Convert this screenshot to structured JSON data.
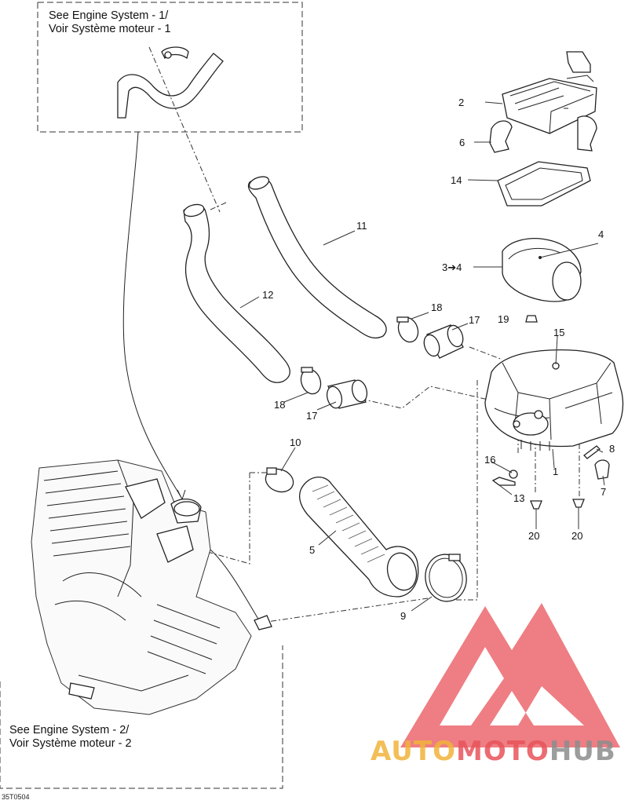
{
  "notes": {
    "top": [
      "See Engine System - 1/",
      "Voir Système moteur - 1"
    ],
    "bottom": [
      "See Engine System - 2/",
      "Voir Système moteur - 2"
    ]
  },
  "figure_code": "35T0504",
  "watermark": {
    "part1": "AUTO",
    "part2": "MOTO",
    "part3": "HUB",
    "color_red": "#e8535a",
    "color_orange": "#f2b33a",
    "color_gray": "#8d8d8d"
  },
  "callouts": {
    "c2": "2",
    "c6": "6",
    "c14": "14",
    "c4": "4",
    "c3to4": "3➔4",
    "c11": "11",
    "c12": "12",
    "c18a": "18",
    "c17a": "17",
    "c19": "19",
    "c15": "15",
    "c18b": "18",
    "c17b": "17",
    "c10": "10",
    "c8": "8",
    "c16": "16",
    "c1": "1",
    "c7": "7",
    "c13": "13",
    "c5": "5",
    "c20a": "20",
    "c20b": "20",
    "c9": "9"
  }
}
